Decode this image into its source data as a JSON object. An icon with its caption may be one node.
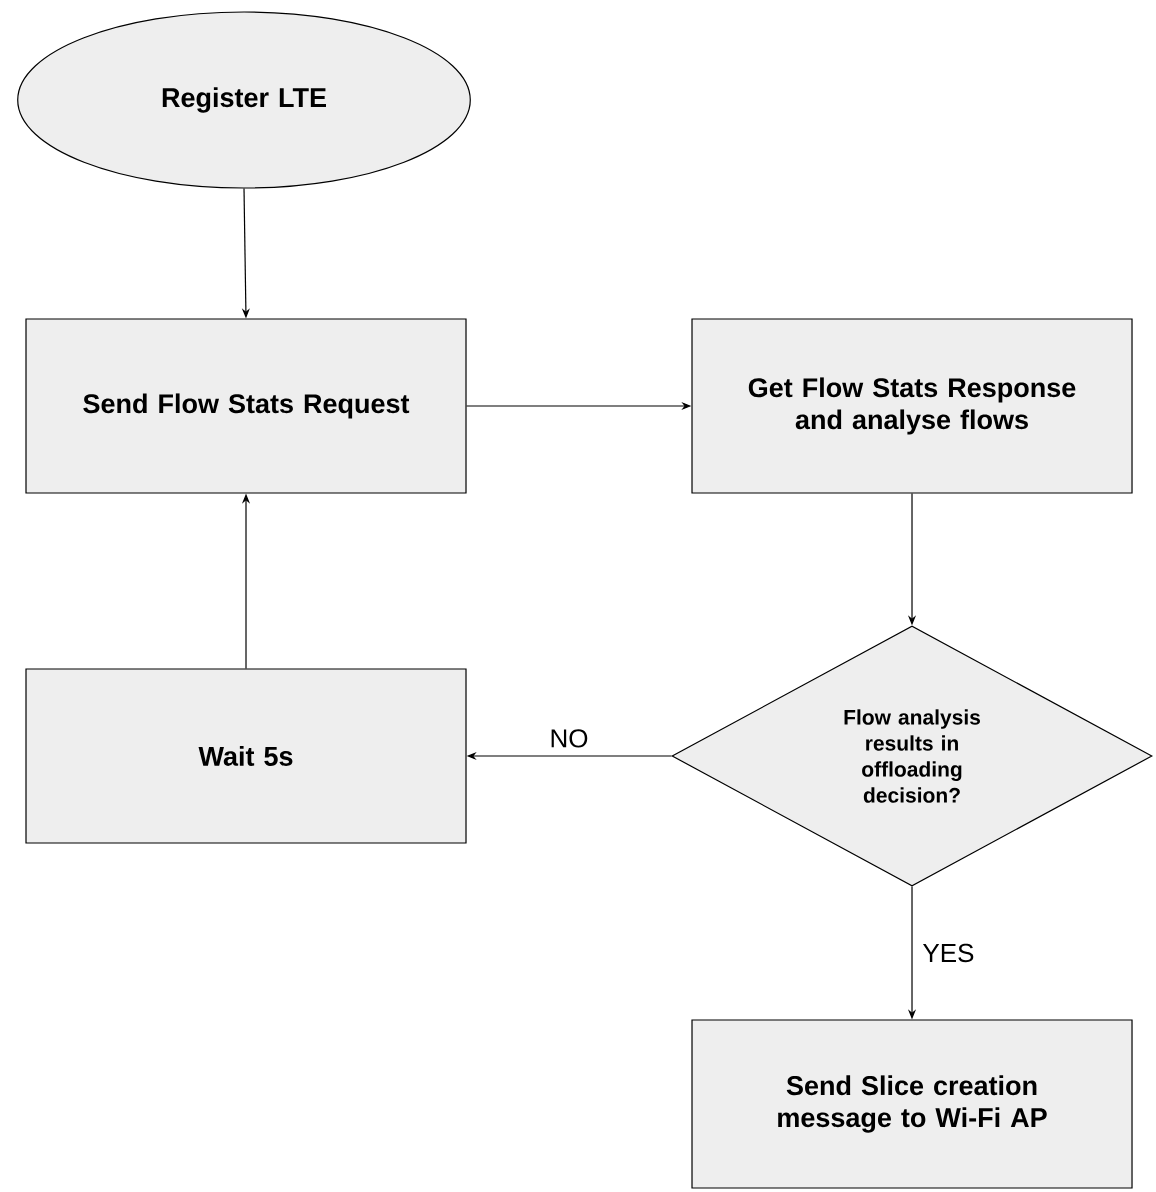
{
  "diagram": {
    "nodes": [
      {
        "text": [
          "Register LTE"
        ]
      },
      {
        "text": [
          "Send Flow Stats Request"
        ]
      },
      {
        "text": [
          "Get Flow Stats Response and analyse flows"
        ]
      },
      {
        "text": [
          "Flow analysis results in offloading decision?"
        ]
      },
      {
        "text": [
          "Wait 5s"
        ]
      },
      {
        "text": [
          "Send Slice creation message to Wi-Fi AP"
        ]
      }
    ],
    "edges": [
      {
        "from": 0,
        "to": 1,
        "arrow": "to"
      },
      {
        "from": 1,
        "to": 2,
        "arrow": "to"
      },
      {
        "from": 2,
        "to": 3,
        "arrow": "to"
      },
      {
        "from": 3,
        "to": 4,
        "arrow": "to",
        "label": "NO"
      },
      {
        "from": 3,
        "to": 5,
        "arrow": "to",
        "label": "YES"
      },
      {
        "from": 4,
        "to": 1,
        "arrow": "to"
      }
    ]
  }
}
